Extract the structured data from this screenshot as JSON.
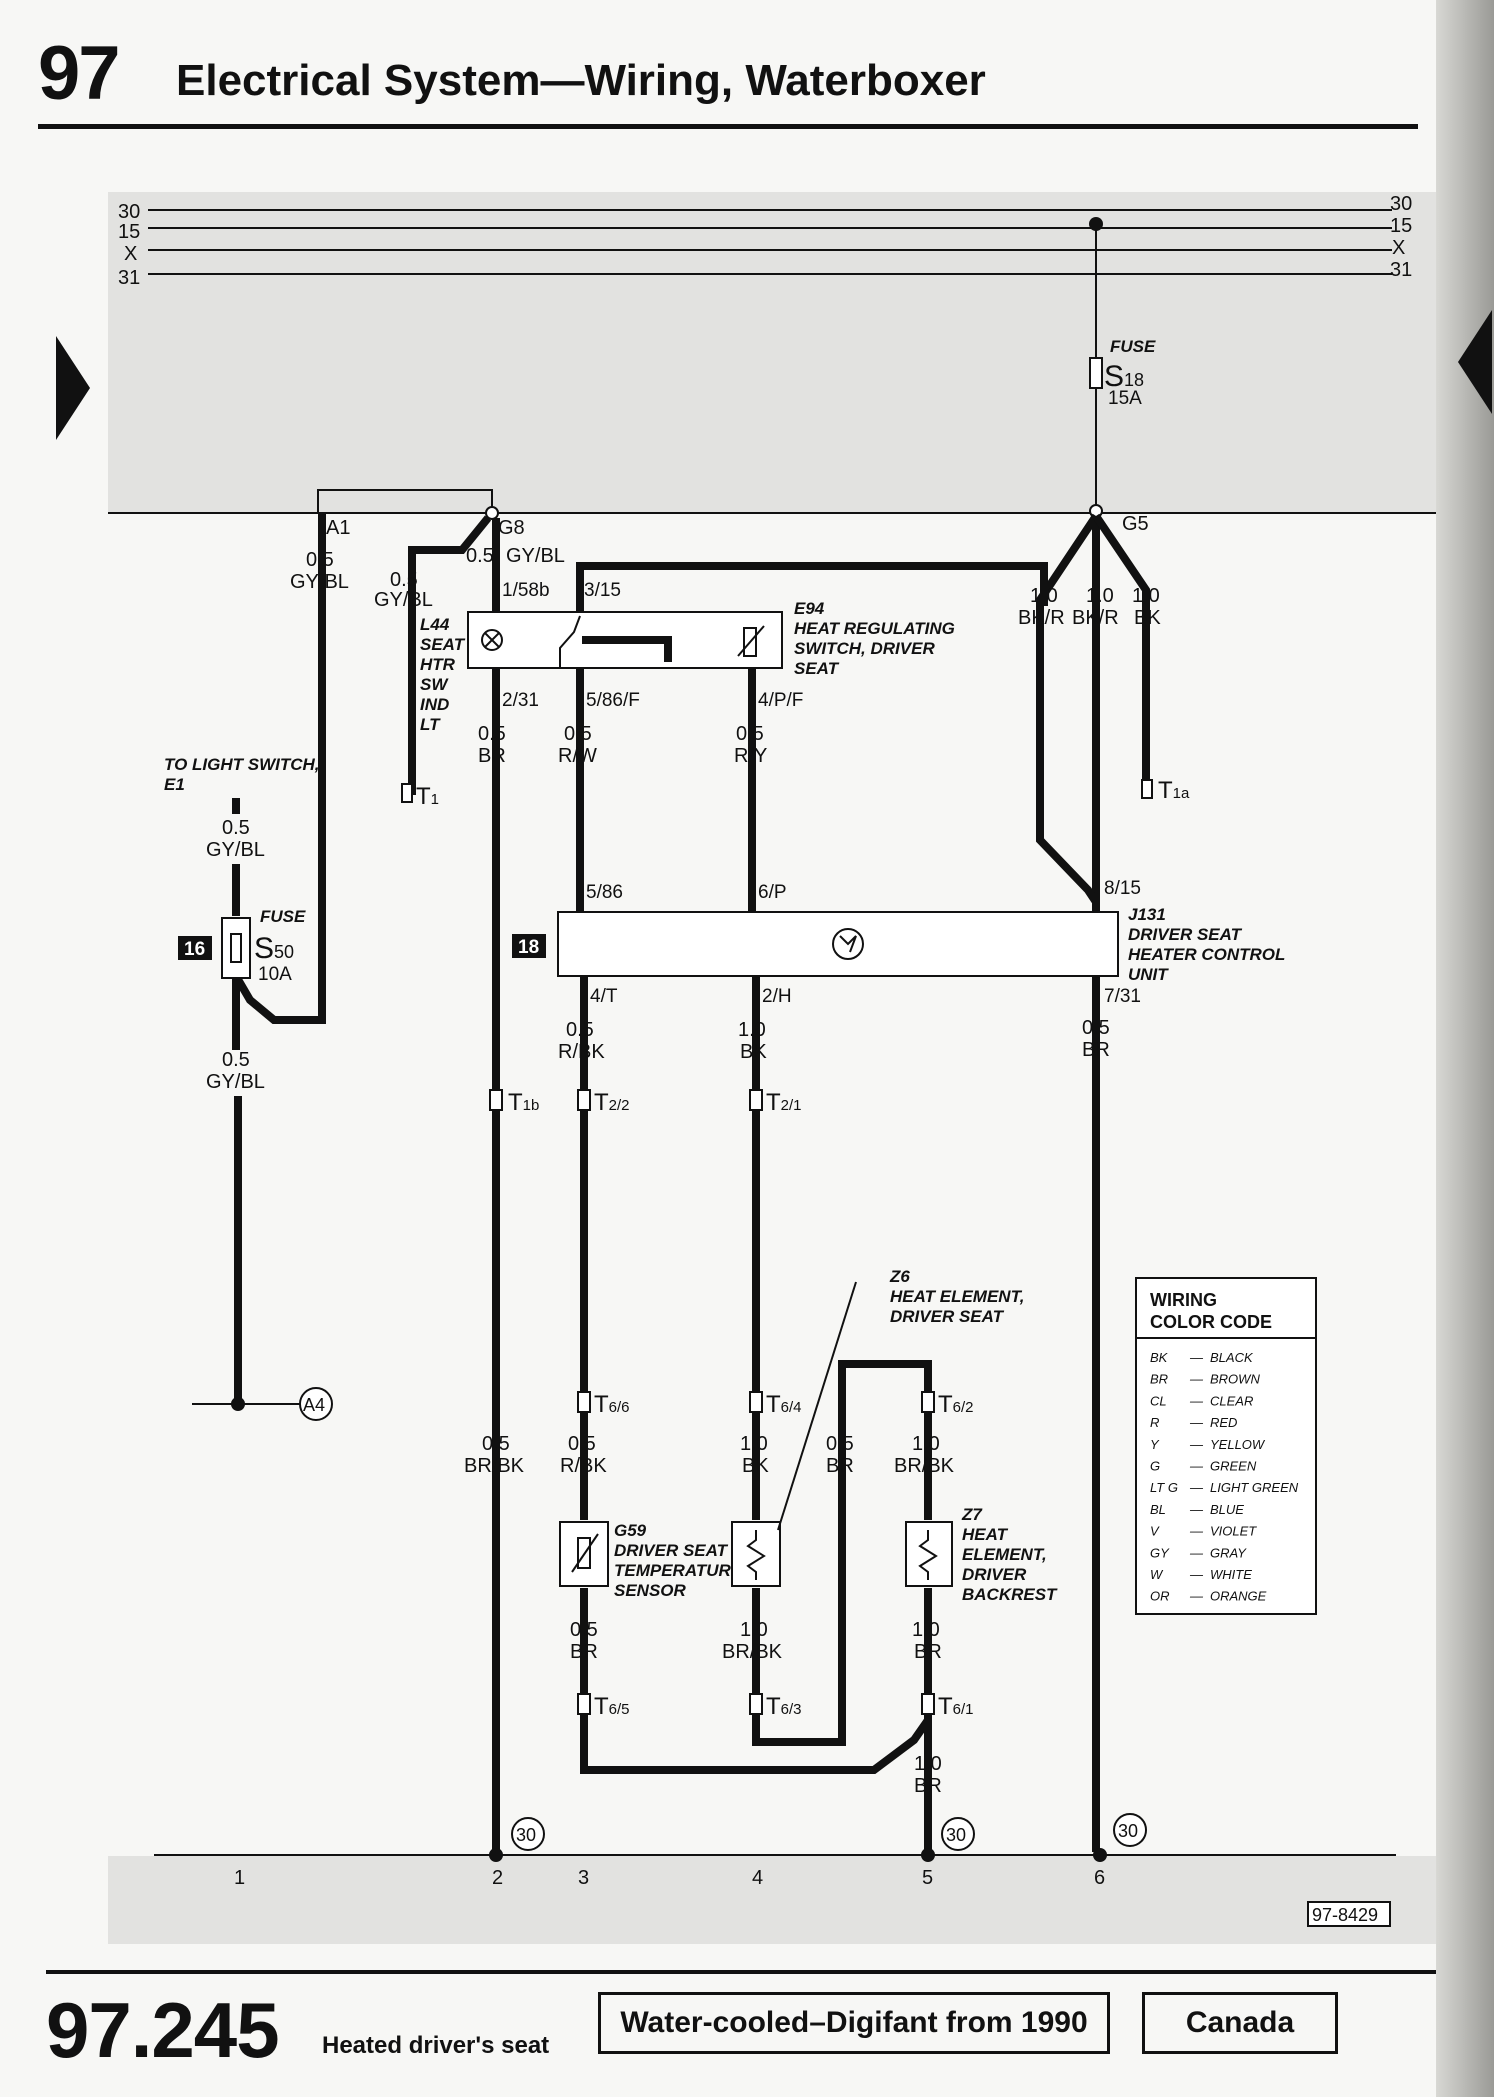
{
  "header": {
    "chapter": "97",
    "title": "Electrical System—Wiring, Waterboxer"
  },
  "footer": {
    "page": "97.245",
    "subtitle": "Heated driver's seat",
    "system_box": "Water-cooled–Digifant from 1990",
    "market_box": "Canada"
  },
  "ref_code": "97-8429",
  "buses": [
    "30",
    "15",
    "X",
    "31"
  ],
  "tracks": [
    "1",
    "2",
    "3",
    "4",
    "5",
    "6"
  ],
  "components": {
    "fuse_s18": {
      "label": "FUSE",
      "id": "S",
      "sub": "18",
      "rating": "15A"
    },
    "fuse_s50": {
      "label": "FUSE",
      "id": "S",
      "sub": "50",
      "rating": "10A",
      "ref": "16"
    },
    "l44": {
      "line1": "L44",
      "line2": "SEAT",
      "line3": "HTR",
      "line4": "SW",
      "line5": "IND",
      "line6": "LT"
    },
    "e94": {
      "line1": "E94",
      "line2": "HEAT REGULATING",
      "line3": "SWITCH, DRIVER",
      "line4": "SEAT"
    },
    "j131": {
      "line1": "J131",
      "line2": "DRIVER SEAT",
      "line3": "HEATER CONTROL",
      "line4": "UNIT",
      "ref": "18"
    },
    "z6": {
      "line1": "Z6",
      "line2": "HEAT ELEMENT,",
      "line3": "DRIVER SEAT"
    },
    "z7": {
      "line1": "Z7",
      "line2": "HEAT",
      "line3": "ELEMENT,",
      "line4": "DRIVER",
      "line5": "BACKREST"
    },
    "g59": {
      "line1": "G59",
      "line2": "DRIVER SEAT",
      "line3": "TEMPERATURE",
      "line4": "SENSOR"
    },
    "light_switch": {
      "line1": "TO LIGHT SWITCH,",
      "line2": "E1"
    }
  },
  "connectors": {
    "a1": "A1",
    "g8": "G8",
    "g5": "G5",
    "a4": "A4",
    "ground": "30",
    "t1": "T",
    "t1_sub": "1",
    "t1a": "T",
    "t1a_sub": "1a",
    "t1b": "T",
    "t1b_sub": "1b",
    "t2_2": "T",
    "t2_2_sub": "2/2",
    "t2_1": "T",
    "t2_1_sub": "2/1",
    "t6_6": "T",
    "t6_6_sub": "6/6",
    "t6_4": "T",
    "t6_4_sub": "6/4",
    "t6_2": "T",
    "t6_2_sub": "6/2",
    "t6_5": "T",
    "t6_5_sub": "6/5",
    "t6_3": "T",
    "t6_3_sub": "6/3",
    "t6_1": "T",
    "t6_1_sub": "6/1"
  },
  "pins": {
    "p_1_58b": "1/58b",
    "p_3_15": "3/15",
    "p_2_31": "2/31",
    "p_5_86_f": "5/86/F",
    "p_4_p_f": "4/P/F",
    "p_5_86": "5/86",
    "p_6_p": "6/P",
    "p_8_15": "8/15",
    "p_4_t": "4/T",
    "p_2_h": "2/H",
    "p_7_31": "7/31"
  },
  "wires": {
    "w_a1_size": "0.5",
    "w_a1_color": "GY/BL",
    "w_g8_size": "0.5",
    "w_g8_color": "GY/BL",
    "w_g8b_size": "0.5",
    "w_g8b_color": "GY/BL",
    "w_e1_size": "0.5",
    "w_e1_color": "GY/BL",
    "w_s50_size": "0.5",
    "w_s50_color": "GY/BL",
    "w_br_size": "0.5",
    "w_br_color": "BR",
    "w_rw_size": "0.5",
    "w_rw_color": "R/W",
    "w_ry_size": "0.5",
    "w_ry_color": "R/Y",
    "w_g5a_size": "1.0",
    "w_g5a_color": "BK/R",
    "w_g5b_size": "1.0",
    "w_g5b_color": "BK/R",
    "w_g5c_size": "1.0",
    "w_g5c_color": "BK",
    "w_rbk_size": "0.5",
    "w_rbk_color": "R/BK",
    "w_bk_size": "1.0",
    "w_bk_color": "BK",
    "w_j131_size": "0.5",
    "w_j131_color": "BR",
    "w_brbk2_size": "0.5",
    "w_brbk2_color": "BR/BK",
    "w_rbk6_size": "0.5",
    "w_rbk6_color": "R/BK",
    "w_bk64_size": "1.0",
    "w_bk64_color": "BK",
    "w_br64_size": "0.5",
    "w_br64_color": "BR",
    "w_brbk62_size": "1.0",
    "w_brbk62_color": "BR/BK",
    "w_br65_size": "0.5",
    "w_br65_color": "BR",
    "w_brbk63_size": "1.0",
    "w_brbk63_color": "BR/BK",
    "w_br61_size": "1.0",
    "w_br61_color": "BR",
    "w_br5_size": "1.0",
    "w_br5_color": "BR"
  },
  "legend": {
    "title1": "WIRING",
    "title2": "COLOR CODE",
    "items": [
      {
        "code": "BK",
        "name": "BLACK"
      },
      {
        "code": "BR",
        "name": "BROWN"
      },
      {
        "code": "CL",
        "name": "CLEAR"
      },
      {
        "code": "R",
        "name": "RED"
      },
      {
        "code": "Y",
        "name": "YELLOW"
      },
      {
        "code": "G",
        "name": "GREEN"
      },
      {
        "code": "LT G",
        "name": "LIGHT GREEN"
      },
      {
        "code": "BL",
        "name": "BLUE"
      },
      {
        "code": "V",
        "name": "VIOLET"
      },
      {
        "code": "GY",
        "name": "GRAY"
      },
      {
        "code": "W",
        "name": "WHITE"
      },
      {
        "code": "OR",
        "name": "ORANGE"
      }
    ]
  }
}
